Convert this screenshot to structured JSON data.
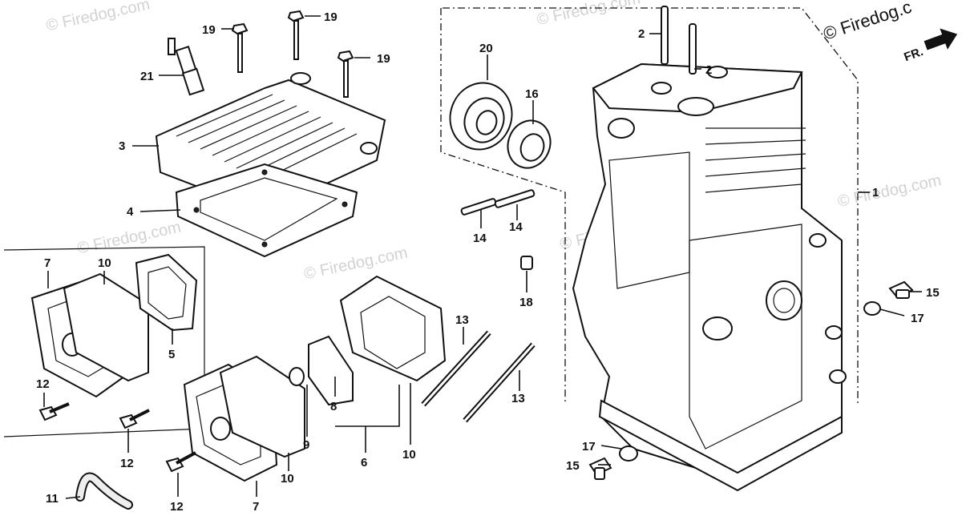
{
  "brand": {
    "text": "© Firedog.c",
    "watermark": "© Firedog.com"
  },
  "front_mark": "FR.",
  "callouts": {
    "c1": "1",
    "c2a": "2",
    "c2b": "2",
    "c3": "3",
    "c4": "4",
    "c5": "5",
    "c6": "6",
    "c7a": "7",
    "c7b": "7",
    "c8": "8",
    "c9": "9",
    "c10a": "10",
    "c10b": "10",
    "c10c": "10",
    "c11": "11",
    "c12a": "12",
    "c12b": "12",
    "c12c": "12",
    "c13a": "13",
    "c13b": "13",
    "c14a": "14",
    "c14b": "14",
    "c15a": "15",
    "c15b": "15",
    "c16": "16",
    "c17a": "17",
    "c17b": "17",
    "c18": "18",
    "c19a": "19",
    "c19b": "19",
    "c19c": "19",
    "c20": "20",
    "c21": "21"
  }
}
